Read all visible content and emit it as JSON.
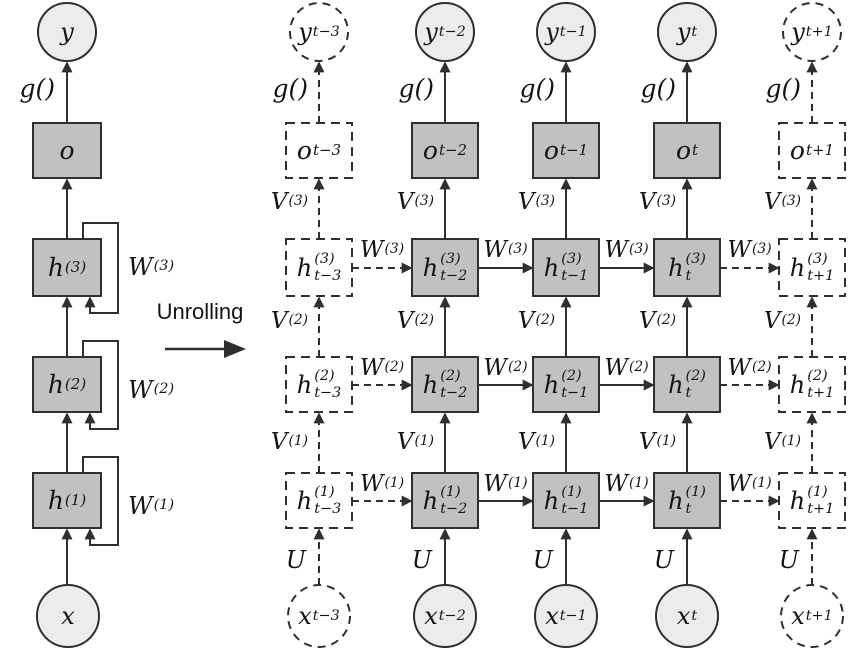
{
  "figure": "stacked-rnn-unrolling-diagram",
  "colors": {
    "background": "#ffffff",
    "box_fill": "#c1c1c1",
    "node_fill": "#ececec",
    "dashed_fill": "#ffffff",
    "stroke": "#2f2f2f",
    "text": "#141414"
  },
  "unrolling_label": "Unrolling",
  "left_network": {
    "y": {
      "b": "y"
    },
    "g": "g()",
    "o": {
      "b": "o"
    },
    "h3": {
      "b": "h",
      "sup": "(3)"
    },
    "h2": {
      "b": "h",
      "sup": "(2)"
    },
    "h1": {
      "b": "h",
      "sup": "(1)"
    },
    "w3": {
      "b": "W",
      "sup": "(3)"
    },
    "w2": {
      "b": "W",
      "sup": "(2)"
    },
    "w1": {
      "b": "W",
      "sup": "(1)"
    },
    "x": {
      "b": "x"
    }
  },
  "right_network": {
    "g": "g()",
    "v3": {
      "b": "V",
      "sup": "(3)"
    },
    "v2": {
      "b": "V",
      "sup": "(2)"
    },
    "v1": {
      "b": "V",
      "sup": "(1)"
    },
    "u": {
      "b": "U"
    },
    "w3": {
      "b": "W",
      "sup": "(3)"
    },
    "w2": {
      "b": "W",
      "sup": "(2)"
    },
    "w1": {
      "b": "W",
      "sup": "(1)"
    },
    "columns": [
      {
        "time": "tm3",
        "dashed": true,
        "y": {
          "b": "y",
          "sub": "t−3"
        },
        "o": {
          "b": "o",
          "sub": "t−3"
        },
        "h3": {
          "b": "h",
          "sup": "(3)",
          "sub": "t−3"
        },
        "h2": {
          "b": "h",
          "sup": "(2)",
          "sub": "t−3"
        },
        "h1": {
          "b": "h",
          "sup": "(1)",
          "sub": "t−3"
        },
        "x": {
          "b": "x",
          "sub": "t−3"
        }
      },
      {
        "time": "tm2",
        "dashed": false,
        "y": {
          "b": "y",
          "sub": "t−2"
        },
        "o": {
          "b": "o",
          "sub": "t−2"
        },
        "h3": {
          "b": "h",
          "sup": "(3)",
          "sub": "t−2"
        },
        "h2": {
          "b": "h",
          "sup": "(2)",
          "sub": "t−2"
        },
        "h1": {
          "b": "h",
          "sup": "(1)",
          "sub": "t−2"
        },
        "x": {
          "b": "x",
          "sub": "t−2"
        }
      },
      {
        "time": "tm1",
        "dashed": false,
        "y": {
          "b": "y",
          "sub": "t−1"
        },
        "o": {
          "b": "o",
          "sub": "t−1"
        },
        "h3": {
          "b": "h",
          "sup": "(3)",
          "sub": "t−1"
        },
        "h2": {
          "b": "h",
          "sup": "(2)",
          "sub": "t−1"
        },
        "h1": {
          "b": "h",
          "sup": "(1)",
          "sub": "t−1"
        },
        "x": {
          "b": "x",
          "sub": "t−1"
        }
      },
      {
        "time": "t",
        "dashed": false,
        "y": {
          "b": "y",
          "sub": "t"
        },
        "o": {
          "b": "o",
          "sub": "t"
        },
        "h3": {
          "b": "h",
          "sup": "(3)",
          "sub": "t"
        },
        "h2": {
          "b": "h",
          "sup": "(2)",
          "sub": "t"
        },
        "h1": {
          "b": "h",
          "sup": "(1)",
          "sub": "t"
        },
        "x": {
          "b": "x",
          "sub": "t"
        }
      },
      {
        "time": "tp1",
        "dashed": true,
        "y": {
          "b": "y",
          "sub": "t+1"
        },
        "o": {
          "b": "o",
          "sub": "t+1"
        },
        "h3": {
          "b": "h",
          "sup": "(3)",
          "sub": "t+1"
        },
        "h2": {
          "b": "h",
          "sup": "(2)",
          "sub": "t+1"
        },
        "h1": {
          "b": "h",
          "sup": "(1)",
          "sub": "t+1"
        },
        "x": {
          "b": "x",
          "sub": "t+1"
        }
      }
    ]
  }
}
